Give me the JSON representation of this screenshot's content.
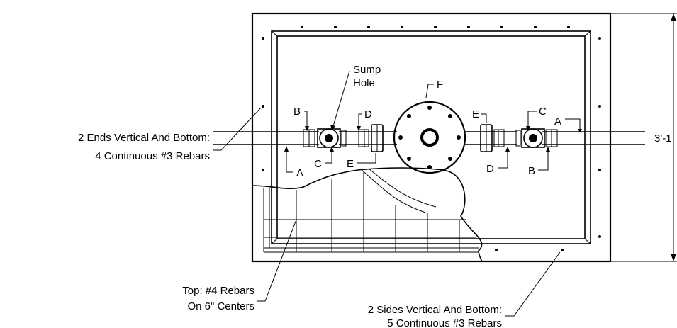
{
  "dimension": {
    "height_label": "3'-1"
  },
  "callouts": {
    "sump_hole": [
      "Sump",
      "Hole"
    ],
    "ends_rebar": [
      "2 Ends Vertical And Bottom:",
      "4 Continuous #3 Rebars"
    ],
    "top_rebar": [
      "Top: #4 Rebars",
      "On 6\" Centers"
    ],
    "sides_rebar": [
      "2 Sides Vertical And Bottom:",
      "5 Continuous #3 Rebars"
    ]
  },
  "component_labels": {
    "A": "A",
    "B": "B",
    "C": "C",
    "D": "D",
    "E": "E",
    "F": "F"
  }
}
